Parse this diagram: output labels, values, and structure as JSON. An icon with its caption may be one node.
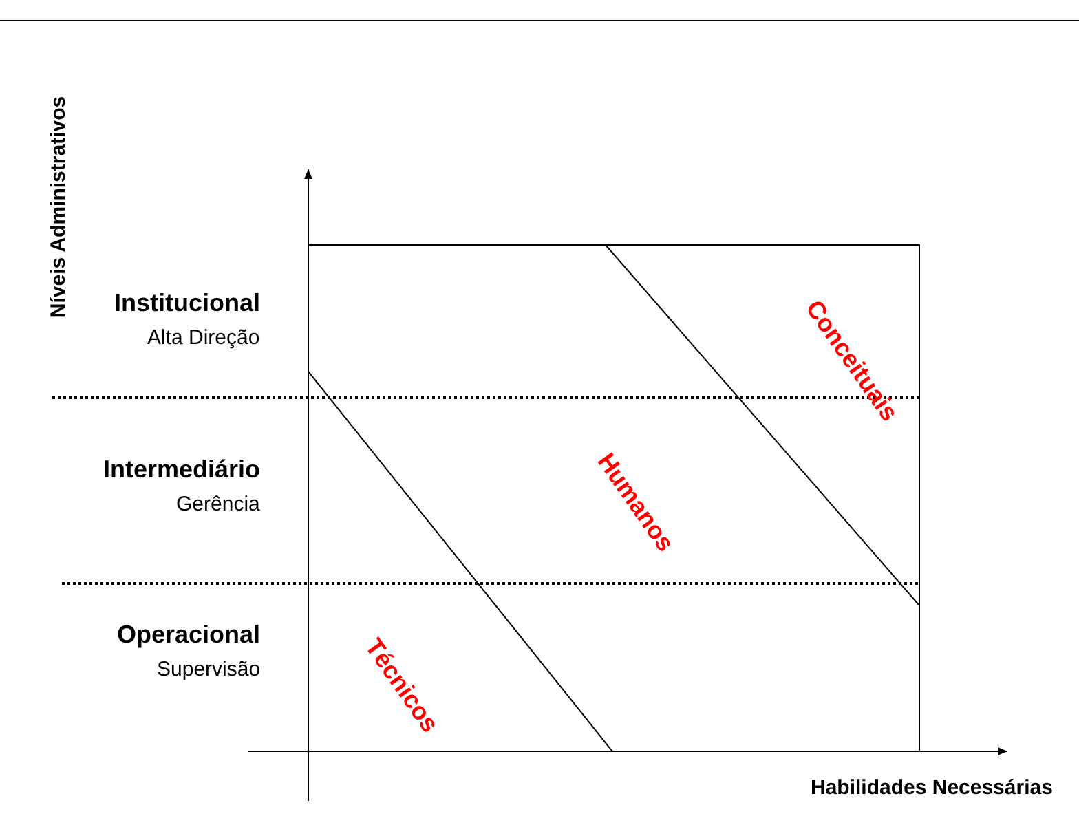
{
  "diagram": {
    "labels": [
      "Níveis Administrativos",
      "Institucional",
      "Alta Direção",
      "Intermediário",
      "Gerência",
      "Conceituais",
      "Humanos",
      "Operacional",
      "Supervisão",
      "Técnicos",
      "Habilidades Necessárias"
    ]
  }
}
